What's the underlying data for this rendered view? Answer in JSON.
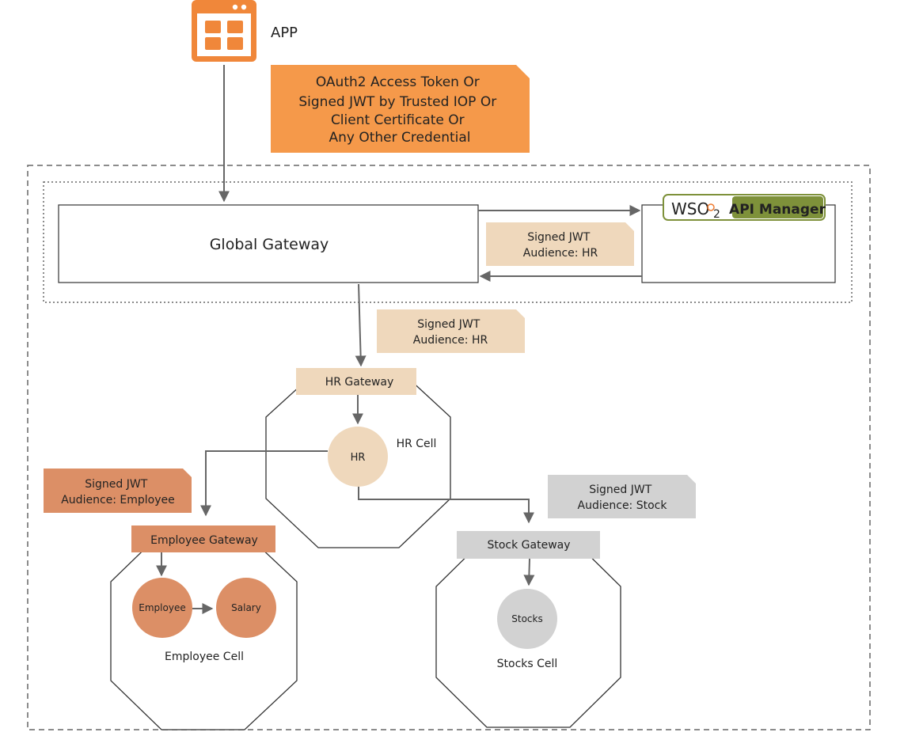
{
  "colors": {
    "orange": "#f5994a",
    "app_icon": "#f0873a",
    "beige": "#efd8bc",
    "terracotta": "#dc8f66",
    "gray": "#d2d2d2",
    "wso2_green": "#7e913a",
    "wso2_orange": "#ef7a2f"
  },
  "app": {
    "label": "APP",
    "icon": "app-window-icon"
  },
  "credential_note": {
    "lines": [
      "OAuth2 Access Token Or",
      "Signed JWT by Trusted IOP Or",
      "Client Certificate Or",
      "Any Other Credential"
    ]
  },
  "global_gateway": {
    "label": "Global Gateway"
  },
  "api_manager": {
    "logo_text": "WSO",
    "logo_sub": "2",
    "label": "API Manager"
  },
  "notes": {
    "jwt_hr_top": {
      "lines": [
        "Signed JWT",
        "Audience: HR"
      ]
    },
    "jwt_hr_mid": {
      "lines": [
        "Signed JWT",
        "Audience: HR"
      ]
    },
    "jwt_employee": {
      "lines": [
        "Signed JWT",
        "Audience: Employee"
      ]
    },
    "jwt_stock": {
      "lines": [
        "Signed JWT",
        "Audience: Stock"
      ]
    }
  },
  "hr_cell": {
    "gateway": "HR Gateway",
    "service": "HR",
    "label": "HR Cell"
  },
  "employee_cell": {
    "gateway": "Employee Gateway",
    "services": [
      "Employee",
      "Salary"
    ],
    "label": "Employee Cell"
  },
  "stock_cell": {
    "gateway": "Stock Gateway",
    "service": "Stocks",
    "label": "Stocks Cell"
  }
}
